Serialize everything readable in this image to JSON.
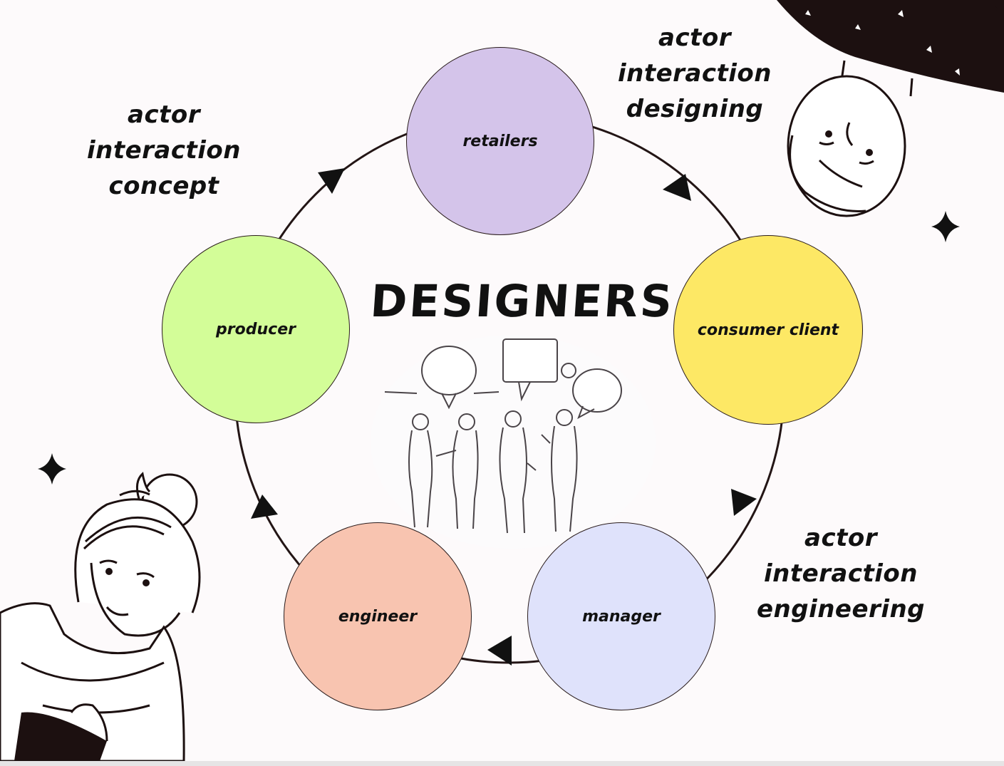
{
  "title": "DESIGNERS",
  "nodes": {
    "retailers": {
      "label": "retailers",
      "color": "#d4c4ea"
    },
    "consumer": {
      "label": "consumer client",
      "color": "#fde865"
    },
    "manager": {
      "label": "manager",
      "color": "#dfe2fb"
    },
    "engineer": {
      "label": "engineer",
      "color": "#f8c4b0"
    },
    "producer": {
      "label": "producer",
      "color": "#d3fd98"
    }
  },
  "captions": {
    "concept": [
      "actor",
      "interaction",
      "concept"
    ],
    "designing": [
      "actor",
      "interaction",
      "designing"
    ],
    "engineering": [
      "actor",
      "interaction",
      "engineering"
    ]
  }
}
